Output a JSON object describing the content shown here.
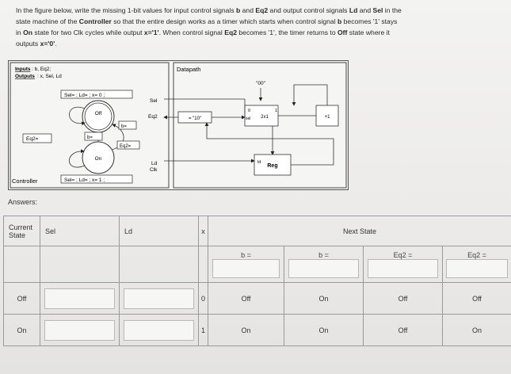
{
  "question": {
    "line1a": "In the figure below, write the missing 1-bit values for input control signals ",
    "line1b": "b",
    "line1c": " and ",
    "line1d": "Eq2",
    "line1e": " and output control signals ",
    "line1f": "Ld",
    "line1g": " and ",
    "line1h": "Sel",
    "line1i": " in the",
    "line2a": "state machine of the ",
    "line2b": "Controller",
    "line2c": " so that the entire design works as a timer which starts when control signal ",
    "line2d": "b",
    "line2e": " becomes '1' stays",
    "line3a": "in ",
    "line3b": "On",
    "line3c": " state for two Clk cycles while output ",
    "line3d": "x='1'",
    "line3e": ". When control signal ",
    "line3f": "Eq2",
    "line3g": " becomes '1', the timer returns to ",
    "line3h": "Off",
    "line3i": " state where it",
    "line4a": "outputs ",
    "line4b": "x='0'",
    "line4c": "."
  },
  "figure": {
    "inputs_label": "Inputs",
    "inputs_text": ": b, Eq2;",
    "outputs_label": "Outputs",
    "outputs_text": ": x, Sel, Ld",
    "off_actions": "Sel=  ; Ld=  ; x= 0 ;",
    "on_actions": "Sel=  ; Ld=  ; x= 1 ;",
    "state_off": "Off",
    "state_on": "On",
    "t_b_self": "b=",
    "t_b_trans": "b=",
    "t_eq2_trans": "Eq2=",
    "t_eq2_self": "Eq2=",
    "controller_label": "Controller",
    "sel_label": "Sel",
    "eq2_label": "Eq2",
    "ld_label": "Ld",
    "clk_label": "Clk",
    "datapath_label": "Datapath",
    "const_00": "\"00\"",
    "cmp_label": "= \"10\"",
    "mux_0": "0",
    "mux_1": "1",
    "mux_sel": "sel",
    "mux_label": "2x1",
    "plus1_label": "+1",
    "reg_label": "Reg",
    "reg_ld": "ld"
  },
  "answers": {
    "title": "Answers:",
    "header": {
      "current_state": "Current State",
      "sel": "Sel",
      "ld": "Ld",
      "x": "x",
      "next_state": "Next State"
    },
    "cond_labels": [
      "b =",
      "b =",
      "Eq2 =",
      "Eq2 ="
    ],
    "rows": [
      {
        "state": "Off",
        "x": "0",
        "next": [
          "Off",
          "On",
          "Off",
          "Off"
        ]
      },
      {
        "state": "On",
        "x": "1",
        "next": [
          "On",
          "On",
          "Off",
          "On"
        ]
      }
    ]
  }
}
